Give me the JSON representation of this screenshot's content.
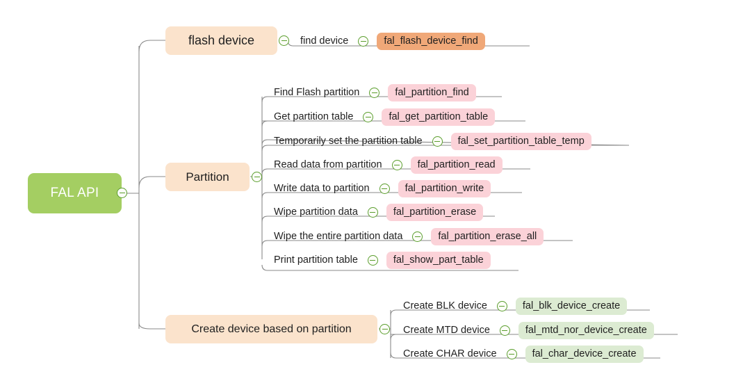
{
  "diagram": {
    "type": "mind-map",
    "title": "FAL API",
    "colors": {
      "root_fill": "#a4ce62",
      "root_text": "#ffffff",
      "branch_fill": "#fbe3cc",
      "chip_pink": "#fbd2d8",
      "chip_salmon": "#f0a878",
      "chip_green": "#dcebd2",
      "connector": "#8a8a8a",
      "toggle_ring": "#5a9e2e",
      "background": "#ffffff"
    }
  },
  "root": {
    "label": "FAL API",
    "toggle_icon": "collapse-minus-icon"
  },
  "branches": [
    {
      "id": "flash-device",
      "label": "flash device",
      "toggle_icon": "collapse-minus-icon",
      "leaves": [
        {
          "description": "find device",
          "api": "fal_flash_device_find",
          "chip_style": "salmon",
          "toggle_icon": "collapse-minus-icon"
        }
      ]
    },
    {
      "id": "partition",
      "label": "Partition",
      "toggle_icon": "collapse-minus-icon",
      "leaves": [
        {
          "description": "Find Flash partition",
          "api": "fal_partition_find",
          "chip_style": "pink",
          "toggle_icon": "collapse-minus-icon"
        },
        {
          "description": "Get partition table",
          "api": "fal_get_partition_table",
          "chip_style": "pink",
          "toggle_icon": "collapse-minus-icon"
        },
        {
          "description": "Temporarily set the partition table",
          "api": "fal_set_partition_table_temp",
          "chip_style": "pink",
          "toggle_icon": "collapse-minus-icon"
        },
        {
          "description": "Read data from partition",
          "api": "fal_partition_read",
          "chip_style": "pink",
          "toggle_icon": "collapse-minus-icon"
        },
        {
          "description": "Write data to partition",
          "api": "fal_partition_write",
          "chip_style": "pink",
          "toggle_icon": "collapse-minus-icon"
        },
        {
          "description": "Wipe partition data",
          "api": "fal_partition_erase",
          "chip_style": "pink",
          "toggle_icon": "collapse-minus-icon"
        },
        {
          "description": "Wipe the entire partition data",
          "api": "fal_partition_erase_all",
          "chip_style": "pink",
          "toggle_icon": "collapse-minus-icon"
        },
        {
          "description": "Print partition table",
          "api": "fal_show_part_table",
          "chip_style": "pink",
          "toggle_icon": "collapse-minus-icon"
        }
      ]
    },
    {
      "id": "create-device",
      "label": "Create device based on partition",
      "toggle_icon": "collapse-minus-icon",
      "leaves": [
        {
          "description": "Create BLK device",
          "api": "fal_blk_device_create",
          "chip_style": "green",
          "toggle_icon": "collapse-minus-icon"
        },
        {
          "description": "Create MTD device",
          "api": "fal_mtd_nor_device_create",
          "chip_style": "green",
          "toggle_icon": "collapse-minus-icon"
        },
        {
          "description": "Create CHAR device",
          "api": "fal_char_device_create",
          "chip_style": "green",
          "toggle_icon": "collapse-minus-icon"
        }
      ]
    }
  ]
}
